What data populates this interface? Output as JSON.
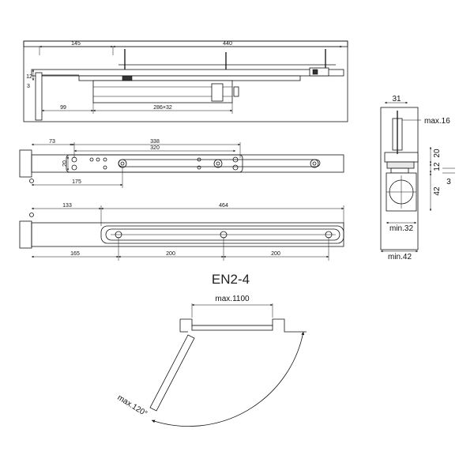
{
  "title": "EN2-4",
  "side_view": {
    "dims": [
      "145",
      "440",
      "12",
      "3",
      "99",
      "286×32"
    ]
  },
  "top_view": {
    "dims": [
      "73",
      "338",
      "320",
      "20",
      "175"
    ]
  },
  "bottom_view": {
    "dims": [
      "133",
      "464",
      "165",
      "200",
      "200"
    ]
  },
  "end_view": {
    "dims": [
      "31",
      "max.16",
      "20",
      "12",
      "42",
      "3",
      "min.32",
      "min.42"
    ]
  },
  "swing": {
    "width_label": "max.1100",
    "angle_label": "max.120°"
  }
}
